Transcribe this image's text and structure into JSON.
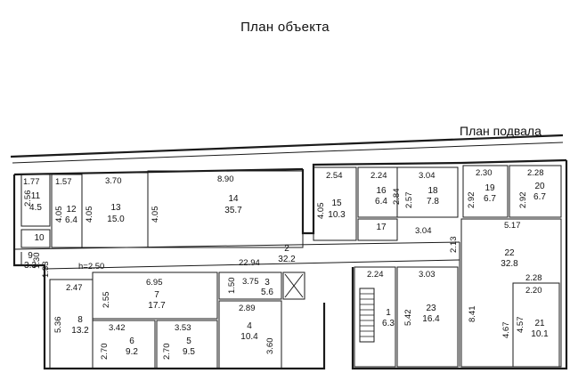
{
  "title": "План объекта",
  "subtitle": "План подвала",
  "rooms": [
    {
      "num": "11",
      "area": "4.5"
    },
    {
      "num": "12",
      "area": "6.4"
    },
    {
      "num": "13",
      "area": "15.0"
    },
    {
      "num": "14",
      "area": "35.7"
    },
    {
      "num": "15",
      "area": "10.3"
    },
    {
      "num": "16",
      "area": "6.4"
    },
    {
      "num": "18",
      "area": "7.8"
    },
    {
      "num": "19",
      "area": "6.7"
    },
    {
      "num": "20",
      "area": "6.7"
    },
    {
      "num": "10",
      "area": ""
    },
    {
      "num": "17",
      "area": ""
    },
    {
      "num": "9",
      "area": "3.3"
    },
    {
      "num": "2",
      "area": "32.2"
    },
    {
      "num": "22",
      "area": "32.8"
    },
    {
      "num": "7",
      "area": "17.7"
    },
    {
      "num": "3",
      "area": "5.6"
    },
    {
      "num": "8",
      "area": "13.2"
    },
    {
      "num": "6",
      "area": "9.2"
    },
    {
      "num": "5",
      "area": "9.5"
    },
    {
      "num": "4",
      "area": "10.4"
    },
    {
      "num": "1",
      "area": "6.3"
    },
    {
      "num": "23",
      "area": "16.4"
    },
    {
      "num": "21",
      "area": "10.1"
    }
  ],
  "dimensions": [
    "1.77",
    "2.56",
    "1.57",
    "4.05",
    "3.70",
    "4.05",
    "8.90",
    "4.05",
    "2.54",
    "4.05",
    "2.24",
    "2.84",
    "3.04",
    "2.57",
    "2.30",
    "2.92",
    "2.28",
    "2.92",
    "5.17",
    "3.04",
    "2.13",
    "1.30",
    "1.33",
    "h=2.50",
    "22.94",
    "1.50",
    "3.75",
    "2.47",
    "2.55",
    "6.95",
    "5.36",
    "3.42",
    "3.53",
    "2.70",
    "2.70",
    "2.89",
    "3.60",
    "2.24",
    "3.03",
    "5.42",
    "8.41",
    "2.28",
    "2.20",
    "4.67",
    "4.57"
  ]
}
